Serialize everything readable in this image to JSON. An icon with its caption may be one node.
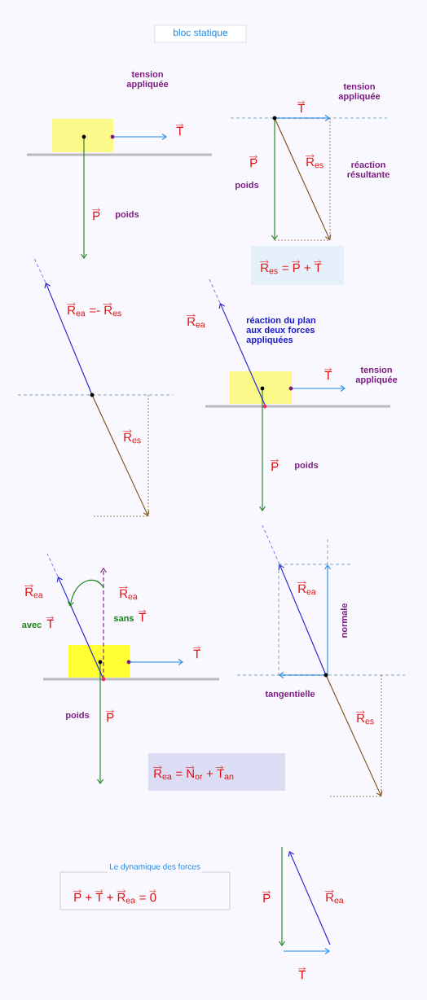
{
  "diagram": {
    "title": "bloc statique",
    "nodes": [
      {
        "text": [
          "R$_{es}$ = P + T"
        ]
      },
      {
        "text": [
          "R$_{ea}$ = N$_{or}$ + T$_{an}$"
        ]
      },
      {
        "text": [
          "Le dynamique des forces",
          "P + T + R$_{ea}$ = 0"
        ]
      }
    ],
    "labels": [
      "tension appliquée",
      "tension appliquée",
      "T",
      "T",
      "P",
      "R$_{es}$",
      "réaction résultante",
      "poids",
      "P",
      "poids",
      "R$_{ea}$ =- R$_{es}$",
      "R$_{ea}$",
      "réaction du plan aux deux forces appliquées",
      "T",
      "tension appliquée",
      "R$_{es}$",
      "P",
      "poids",
      "R$_{ea}$",
      "avec",
      "T",
      "R$_{ea}$",
      "sans",
      "T",
      "T",
      "poids",
      "P",
      "R$_{ea}$",
      "normale",
      "tangentielle",
      "R$_{es}$",
      "P",
      "R$_{ea}$",
      "T"
    ]
  }
}
